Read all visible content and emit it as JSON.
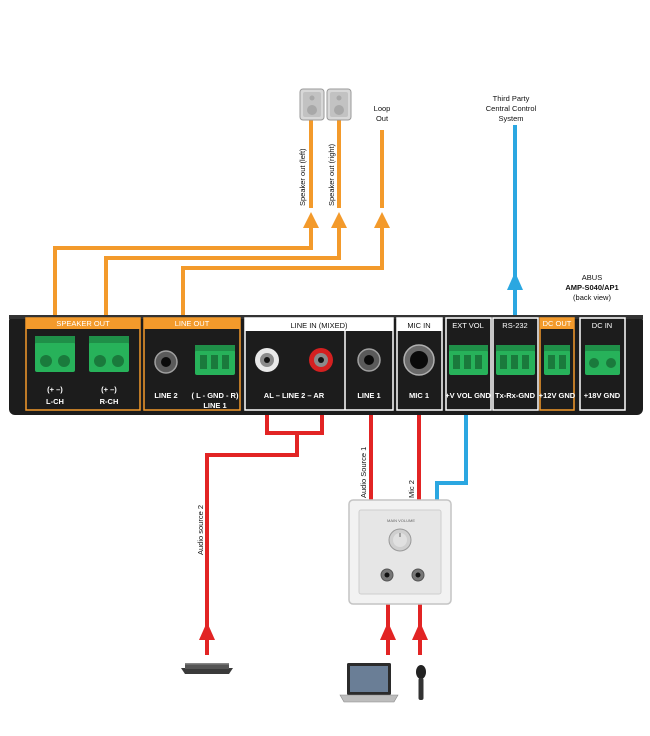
{
  "device": {
    "brand": "ABUS",
    "model": "AMP-S040/AP1",
    "view": "(back view)"
  },
  "sections": {
    "speaker_out": "SPEAKER OUT",
    "line_out": "LINE OUT",
    "line_in_mixed": "LINE IN (MIXED)",
    "mic_in": "MIC IN",
    "ext_vol": "EXT VOL",
    "rs232": "RS-232",
    "dc_out": "DC OUT",
    "dc_in": "DC IN"
  },
  "terminals": {
    "lch_pol": "(+     –)",
    "lch": "L-CH",
    "rch_pol": "(+     –)",
    "rch": "R-CH",
    "line2": "LINE 2",
    "lgndr": "( L - GND - R)",
    "line1_out": "LINE 1",
    "rca": "AL – LINE 2 – AR",
    "line1_in": "LINE 1",
    "mic1": "MIC 1",
    "extvol": "+V VOL GND",
    "txrx": "Tx-Rx-GND",
    "dcout": "+12V GND",
    "dcin": "+18V   GND"
  },
  "annotations": {
    "speaker_left": "Speaker out (left)",
    "speaker_right": "Speaker out (right)",
    "loop_out_1": "Loop",
    "loop_out_2": "Out",
    "third_party_1": "Third Party",
    "third_party_2": "Central Control",
    "third_party_3": "System",
    "audio_source_2": "Audio source 2",
    "audio_source_1": "Audio Source 1",
    "mic2": "Mic 2"
  },
  "wallplate": {
    "knob_label": "MAIN VOLUME"
  },
  "colors": {
    "orange": "#f39a2b",
    "blue": "#2ba7e1",
    "red": "#e22424",
    "panel": "#1c1c1c",
    "terminal_green": "#27b25a"
  }
}
